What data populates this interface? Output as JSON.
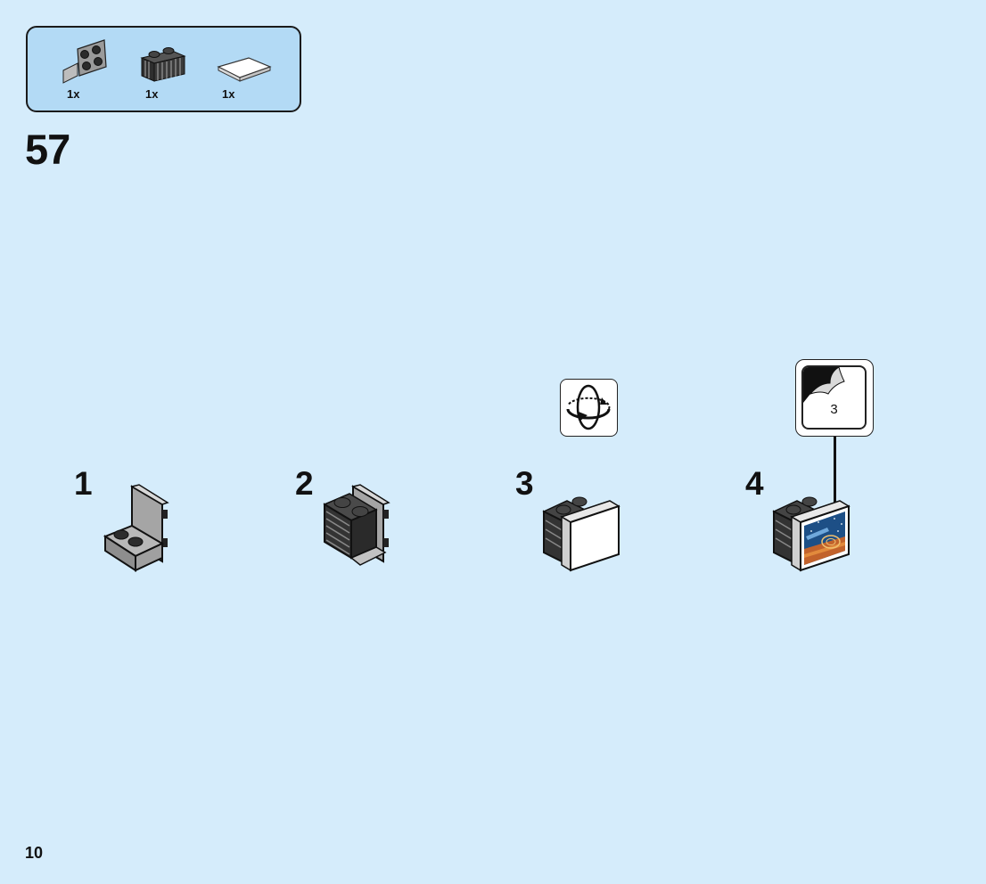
{
  "step": {
    "number": "57"
  },
  "parts": [
    {
      "name": "angle-plate-2x2",
      "quantity": "1x",
      "color": "#9a9a9a"
    },
    {
      "name": "grille-brick-1x2",
      "quantity": "1x",
      "color": "#3a3a3a"
    },
    {
      "name": "tile-2x2",
      "quantity": "1x",
      "color": "#ffffff"
    }
  ],
  "substeps": [
    {
      "number": "1"
    },
    {
      "number": "2"
    },
    {
      "number": "3"
    },
    {
      "number": "4"
    }
  ],
  "rotate": {
    "icon": "rotate-model-icon"
  },
  "sticker": {
    "number": "3",
    "icon": "sticker-peel-icon"
  },
  "page": {
    "number": "10"
  },
  "colors": {
    "background": "#d5ecfb",
    "parts_box": "#b3daf5",
    "light_grey": "#9a9a9a",
    "dark_grey": "#3a3a3a"
  }
}
